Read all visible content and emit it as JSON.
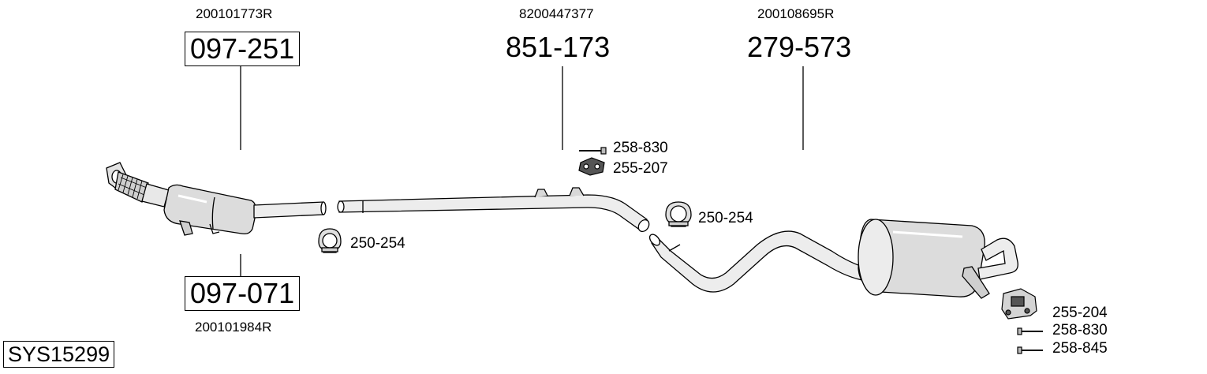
{
  "system_code": "SYS15299",
  "parts": {
    "front_cat": {
      "oem": "200101773R",
      "number": "097-251"
    },
    "front_filter": {
      "oem": "200101984R",
      "number": "097-071"
    },
    "middle": {
      "oem": "8200447377",
      "number": "851-173"
    },
    "rear": {
      "oem": "200108695R",
      "number": "279-573"
    }
  },
  "accessories": {
    "clamp_front": "250-254",
    "clamp_rear": "250-254",
    "bolt_mid": "258-830",
    "rubber_mid": "255-207",
    "hanger_rear": "255-204",
    "bolt_rear_1": "258-830",
    "bolt_rear_2": "258-845"
  }
}
